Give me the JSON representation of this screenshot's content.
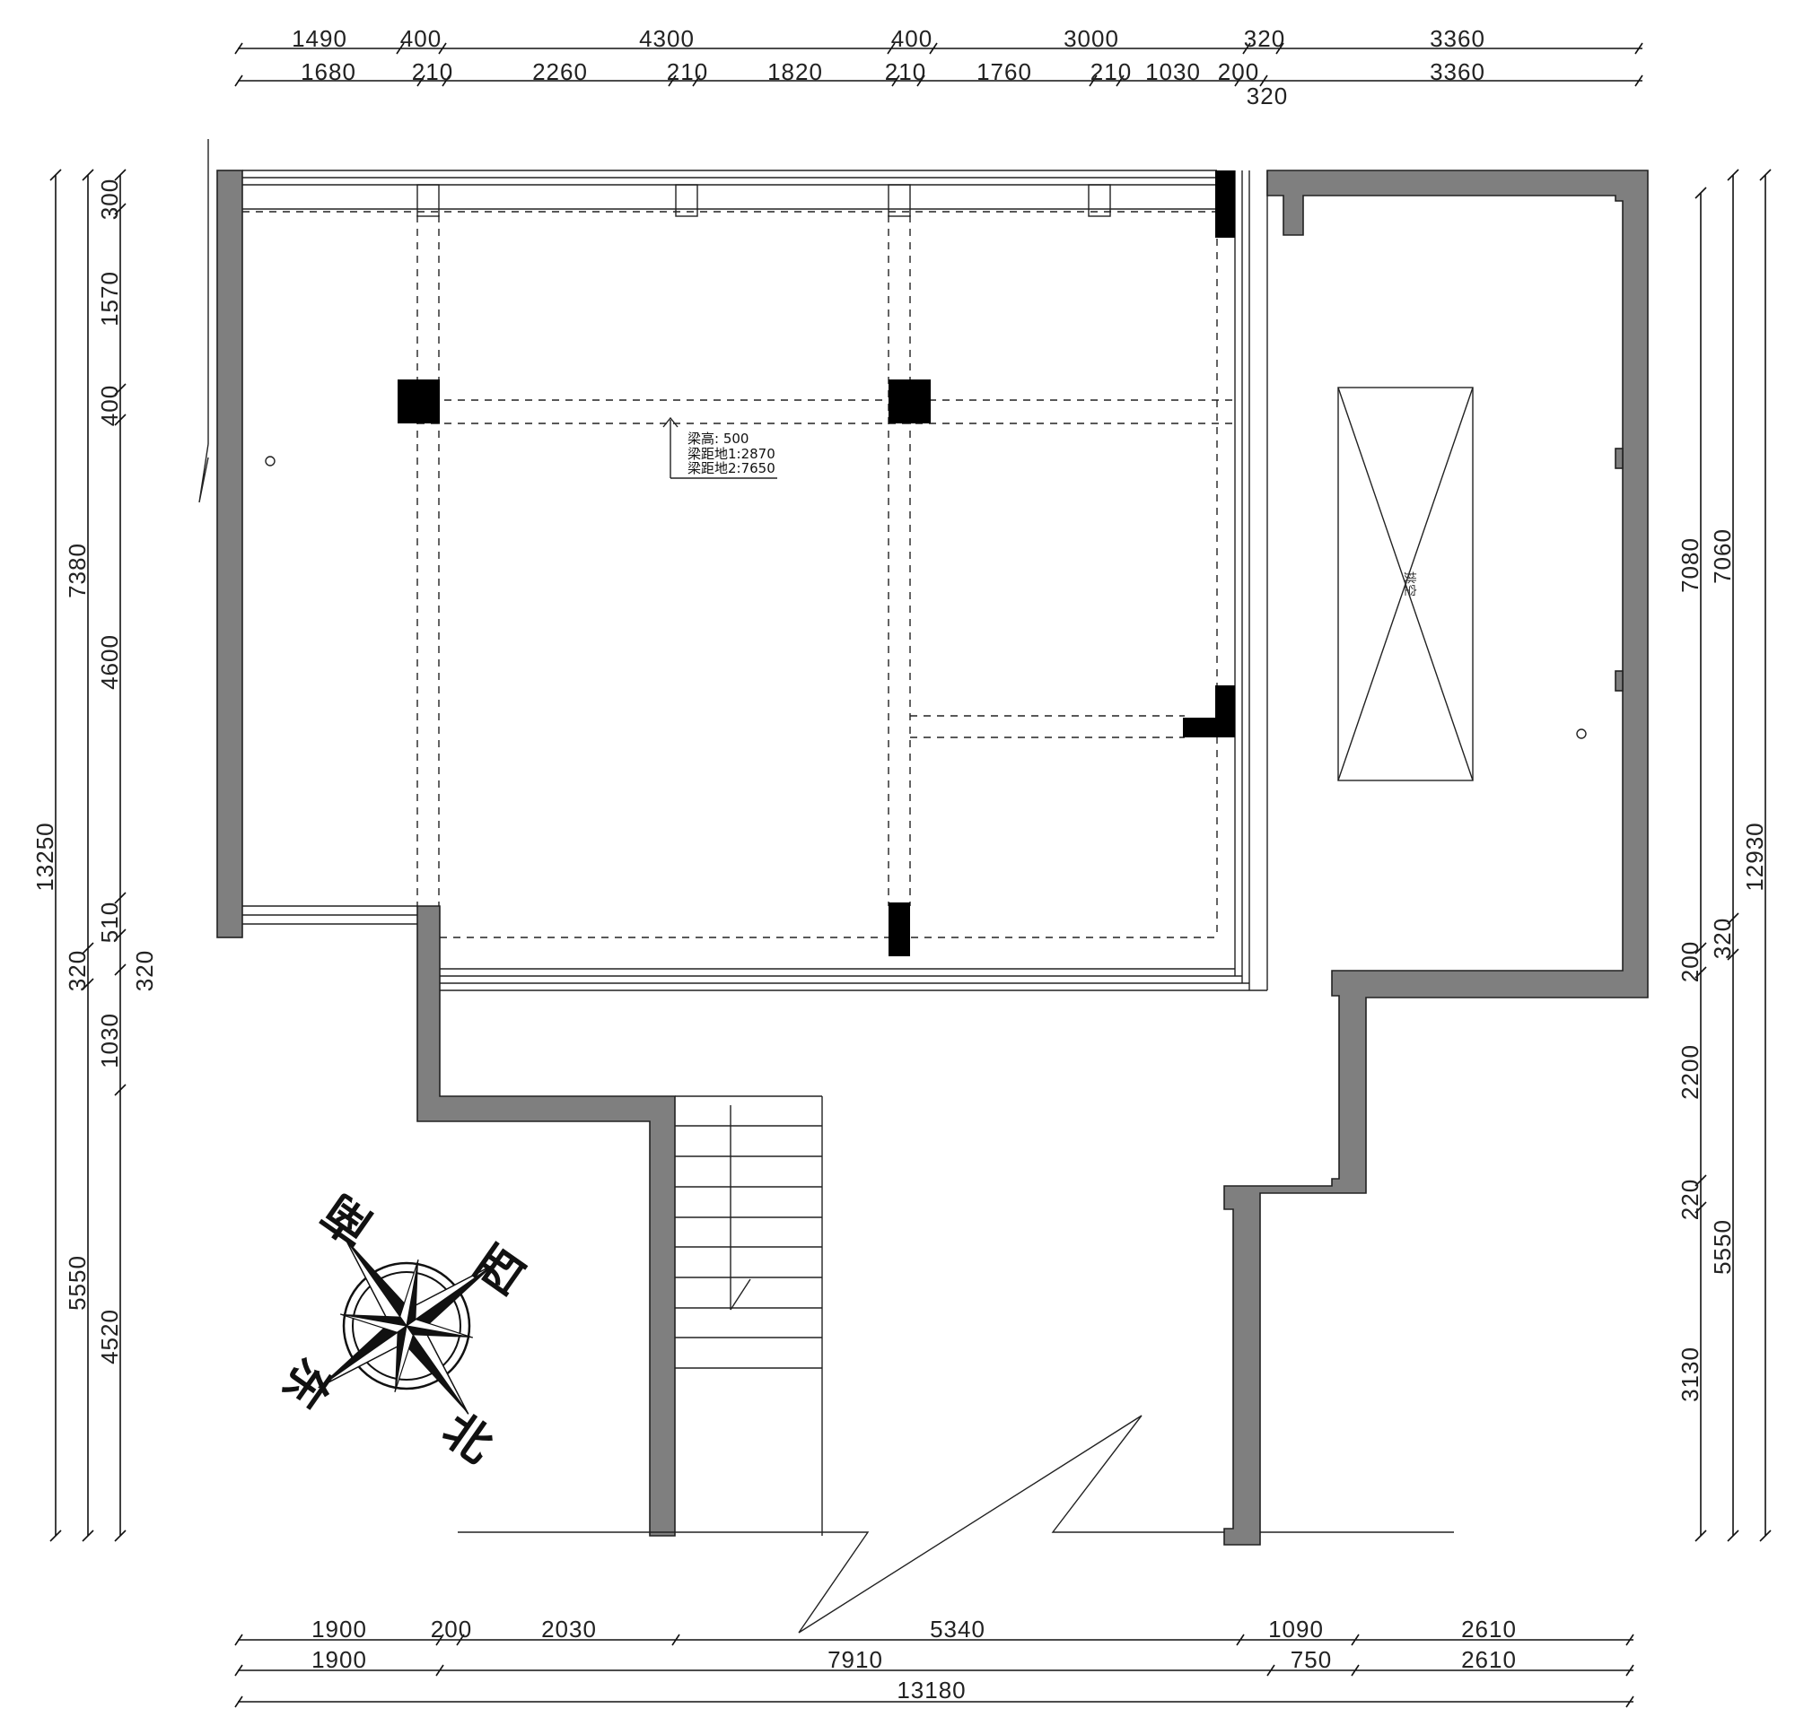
{
  "dims_top_1": [
    "1490",
    "400",
    "4300",
    "400",
    "3000",
    "320",
    "3360"
  ],
  "dims_top_2": [
    "1680",
    "210",
    "2260",
    "210",
    "1820",
    "210",
    "1760",
    "210",
    "1030",
    "200",
    "3360"
  ],
  "dims_top_extra": "320",
  "dims_bottom_1": [
    "1900",
    "200",
    "2030",
    "5340",
    "1090",
    "2610"
  ],
  "dims_bottom_2": [
    "1900",
    "7910",
    "750",
    "2610"
  ],
  "dims_bottom_total": "13180",
  "dims_left_a": [
    "300",
    "1570",
    "400",
    "4600",
    "510",
    "320",
    "1030",
    "4520"
  ],
  "dims_left_b": [
    "7380",
    "320",
    "5550"
  ],
  "dims_left_c": "13250",
  "dims_right_a": [
    "7080",
    "200",
    "2200",
    "220",
    "3130"
  ],
  "dims_right_b": [
    "7060",
    "320",
    "5550"
  ],
  "dims_right_c": "12930",
  "beam_note": {
    "height": "梁高:  500",
    "floor1": "梁距地1:2870",
    "floor2": "梁距地2:7650"
  },
  "void_label": "挑空",
  "compass": {
    "south": "南",
    "west": "西",
    "north": "北",
    "east": "东"
  }
}
